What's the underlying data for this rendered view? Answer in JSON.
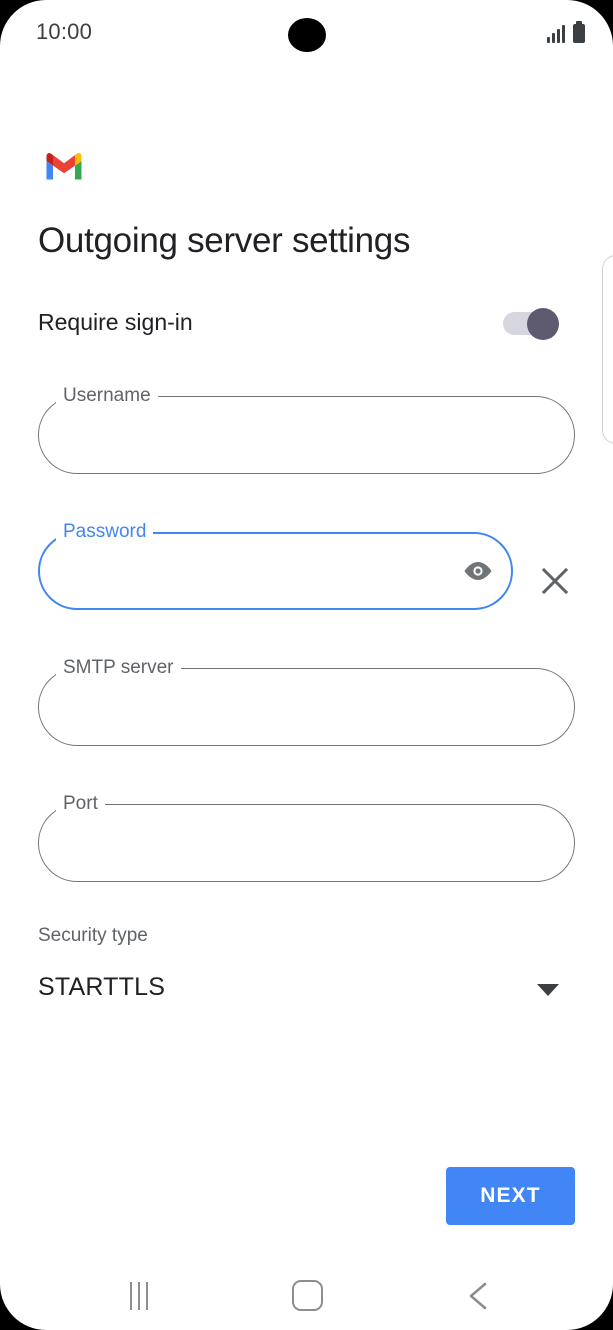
{
  "status_bar": {
    "time": "10:00",
    "signal_icon": "signal-bars-icon",
    "battery_icon": "battery-icon",
    "camera_icon": "front-camera-punch-hole"
  },
  "app": {
    "logo_icon": "gmail-logo-icon",
    "title": "Outgoing server settings"
  },
  "require_signin": {
    "label": "Require sign-in",
    "state": "on",
    "track_color": "#d6d7de",
    "thumb_color": "#5e5a70"
  },
  "fields": [
    {
      "key": "username",
      "label": "Username",
      "value": "",
      "placeholder": "",
      "focused": false,
      "border_color": "#70757a"
    },
    {
      "key": "password",
      "label": "Password",
      "value": "",
      "placeholder": "",
      "focused": true,
      "border_color": "#4285f4",
      "reveal_icon": "eye-icon",
      "clear_icon": "close-x-icon"
    },
    {
      "key": "smtp_server",
      "label": "SMTP server",
      "value": "",
      "placeholder": "",
      "focused": false,
      "border_color": "#70757a"
    },
    {
      "key": "port",
      "label": "Port",
      "value": "",
      "placeholder": "",
      "focused": false,
      "border_color": "#70757a"
    }
  ],
  "security_type": {
    "caption": "Security type",
    "value": "STARTTLS",
    "arrow_icon": "dropdown-triangle-icon"
  },
  "actions": {
    "next_label": "NEXT",
    "next_color": "#4285f4"
  },
  "nav_bar": {
    "recents_icon": "recents-icon",
    "home_icon": "home-icon",
    "back_icon": "back-chevron-icon"
  }
}
